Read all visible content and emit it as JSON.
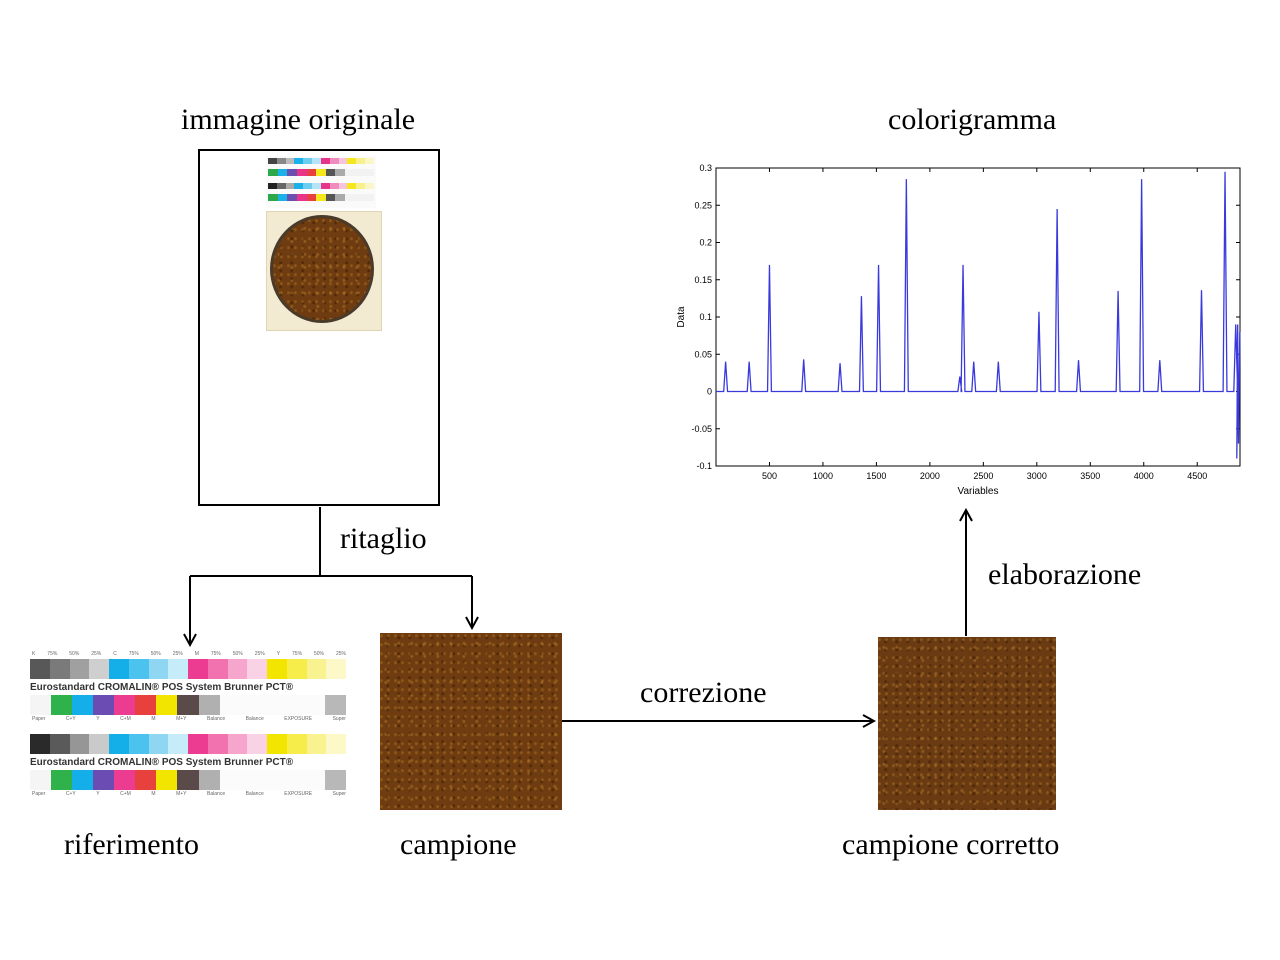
{
  "labels": {
    "immagine_originale": "immagine originale",
    "colorigramma": "colorigramma",
    "ritaglio": "ritaglio",
    "elaborazione": "elaborazione",
    "correzione": "correzione",
    "riferimento": "riferimento",
    "campione": "campione",
    "campione_corretto": "campione corretto"
  },
  "reference_card": {
    "brand_line": "Eurostandard CROMALIN® POS System Brunner PCT®",
    "tint_labels": [
      "K",
      "75%",
      "50%",
      "25%",
      "C",
      "75%",
      "50%",
      "25%",
      "M",
      "75%",
      "50%",
      "25%",
      "Y",
      "75%",
      "50%",
      "25%"
    ],
    "bottom_labels": [
      "Paper",
      "C+Y",
      "Y",
      "C+M",
      "M",
      "M+Y",
      "Balance",
      "Balance",
      "EXPOSURE",
      "Super"
    ]
  },
  "colors": {
    "soil_brown": "#6e3c10",
    "chart_line": "#3a3adc"
  },
  "chart_data": {
    "type": "line",
    "title": "",
    "xlabel": "Variables",
    "ylabel": "Data",
    "xlim": [
      0,
      4900
    ],
    "ylim": [
      -0.1,
      0.3
    ],
    "xticks": [
      500,
      1000,
      1500,
      2000,
      2500,
      3000,
      3500,
      4000,
      4500
    ],
    "yticks": [
      -0.1,
      -0.05,
      0,
      0.05,
      0.1,
      0.15,
      0.2,
      0.25,
      0.3
    ],
    "ytick_labels": [
      "-0.1",
      "-0.05",
      "0",
      "0.05",
      "0.1",
      "0.15",
      "0.2",
      "0.25",
      "0.3"
    ],
    "grid": false,
    "baseline": 0,
    "peaks": [
      {
        "x": 90,
        "y": 0.04
      },
      {
        "x": 310,
        "y": 0.04
      },
      {
        "x": 500,
        "y": 0.17
      },
      {
        "x": 820,
        "y": 0.043
      },
      {
        "x": 1160,
        "y": 0.038
      },
      {
        "x": 1360,
        "y": 0.128
      },
      {
        "x": 1520,
        "y": 0.17
      },
      {
        "x": 1780,
        "y": 0.285
      },
      {
        "x": 2280,
        "y": 0.02
      },
      {
        "x": 2310,
        "y": 0.17
      },
      {
        "x": 2410,
        "y": 0.04
      },
      {
        "x": 2640,
        "y": 0.04
      },
      {
        "x": 3020,
        "y": 0.107
      },
      {
        "x": 3190,
        "y": 0.245
      },
      {
        "x": 3390,
        "y": 0.042
      },
      {
        "x": 3760,
        "y": 0.135
      },
      {
        "x": 3980,
        "y": 0.285
      },
      {
        "x": 4150,
        "y": 0.042
      },
      {
        "x": 4540,
        "y": 0.136
      },
      {
        "x": 4760,
        "y": 0.295
      },
      {
        "x": 4860,
        "y": 0.09
      }
    ],
    "tail_min": -0.09
  }
}
